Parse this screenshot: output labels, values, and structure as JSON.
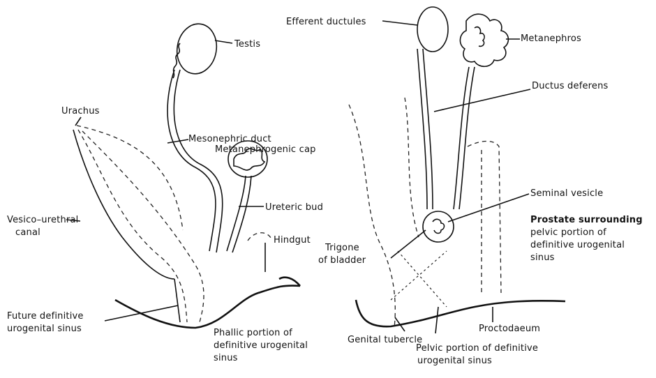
{
  "left_panel": {
    "testis": "Testis",
    "urachus": "Urachus",
    "mesonephric_duct": "Mesonephric duct",
    "metanephrogenic_cap": "Metanephrogenic cap",
    "vesico_urethral_canal_line1": "Vesico–urethral",
    "vesico_urethral_canal_line2": "canal",
    "ureteric_bud": "Ureteric bud",
    "hindgut": "Hindgut",
    "future_definitive_line1": "Future definitive",
    "future_definitive_line2": "urogenital sinus",
    "phallic_line1": "Phallic portion of",
    "phallic_line2": "definitive urogenital",
    "phallic_line3": "sinus"
  },
  "right_panel": {
    "efferent_ductules": "Efferent ductules",
    "metanephros": "Metanephros",
    "ductus_deferens": "Ductus deferens",
    "seminal_vesicle": "Seminal vesicle",
    "prostate_line1": "Prostate surrounding",
    "prostate_line2": "pelvic portion of",
    "prostate_line3": "definitive urogenital",
    "prostate_line4": "sinus",
    "trigone_line1": "Trigone",
    "trigone_line2": "of bladder",
    "genital_tubercle": "Genital tubercle",
    "pelvic_line1": "Pelvic portion of definitive",
    "pelvic_line2": "urogenital sinus",
    "proctodaeum": "Proctodaeum"
  }
}
